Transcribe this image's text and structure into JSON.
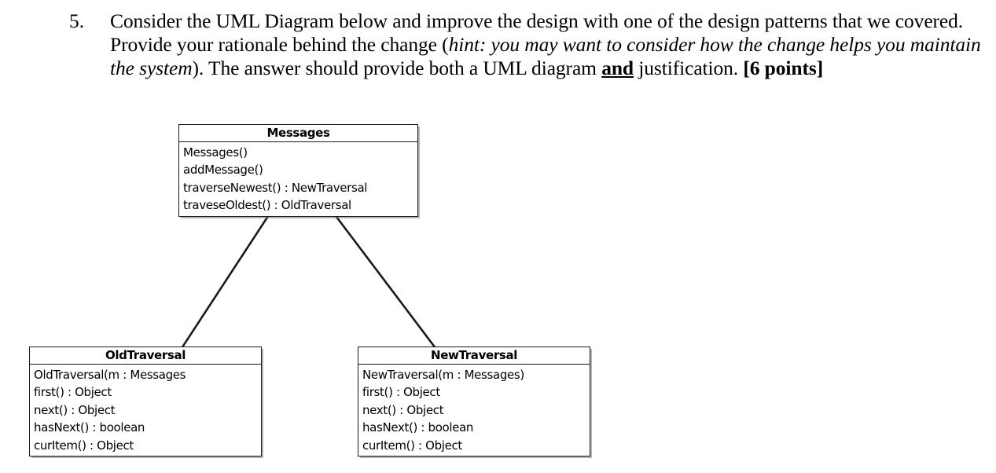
{
  "question": {
    "number": "5.",
    "segments": [
      {
        "text": "Consider the UML Diagram below and improve the design with one of the design patterns that we covered. Provide your rationale behind the change (",
        "style": "normal"
      },
      {
        "text": "hint: you may want to consider how the change helps you maintain the system",
        "style": "italic"
      },
      {
        "text": "). The answer should provide both a UML diagram ",
        "style": "normal"
      },
      {
        "text": "and",
        "style": "bold-underline"
      },
      {
        "text": " justification. ",
        "style": "normal"
      },
      {
        "text": "[6 points]",
        "style": "bold"
      }
    ],
    "plain_text": "Consider the UML Diagram below and improve the design with one of the design patterns that we covered. Provide your rationale behind the change (hint: you may want to consider how the change helps you maintain the system). The answer should provide both a UML diagram and justification. [6 points]",
    "points": "6 points"
  },
  "diagram": {
    "type": "uml-class-diagram",
    "classes": [
      {
        "id": "messages",
        "name": "Messages",
        "members": [
          "Messages()",
          "addMessage()",
          "traverseNewest() : NewTraversal",
          "traveseOldest() : OldTraversal"
        ]
      },
      {
        "id": "oldtraversal",
        "name": "OldTraversal",
        "members": [
          "OldTraversal(m : Messages",
          "first() : Object",
          "next() : Object",
          "hasNext() : boolean",
          "curItem() : Object"
        ]
      },
      {
        "id": "newtraversal",
        "name": "NewTraversal",
        "members": [
          "NewTraversal(m : Messages)",
          "first() : Object",
          "next() : Object",
          "hasNext() : boolean",
          "curItem() : Object"
        ]
      }
    ],
    "connectors": [
      {
        "id": "messages-to-oldtraversal",
        "from": "messages",
        "to": "oldtraversal",
        "style": "plain-association"
      },
      {
        "id": "messages-to-newtraversal",
        "from": "messages",
        "to": "newtraversal",
        "style": "plain-association"
      }
    ],
    "colors": {
      "line": "#1a1a1a",
      "box_fill": "#ffffff",
      "shadow": "#787878"
    }
  },
  "page": {
    "background": "#ffffff"
  }
}
